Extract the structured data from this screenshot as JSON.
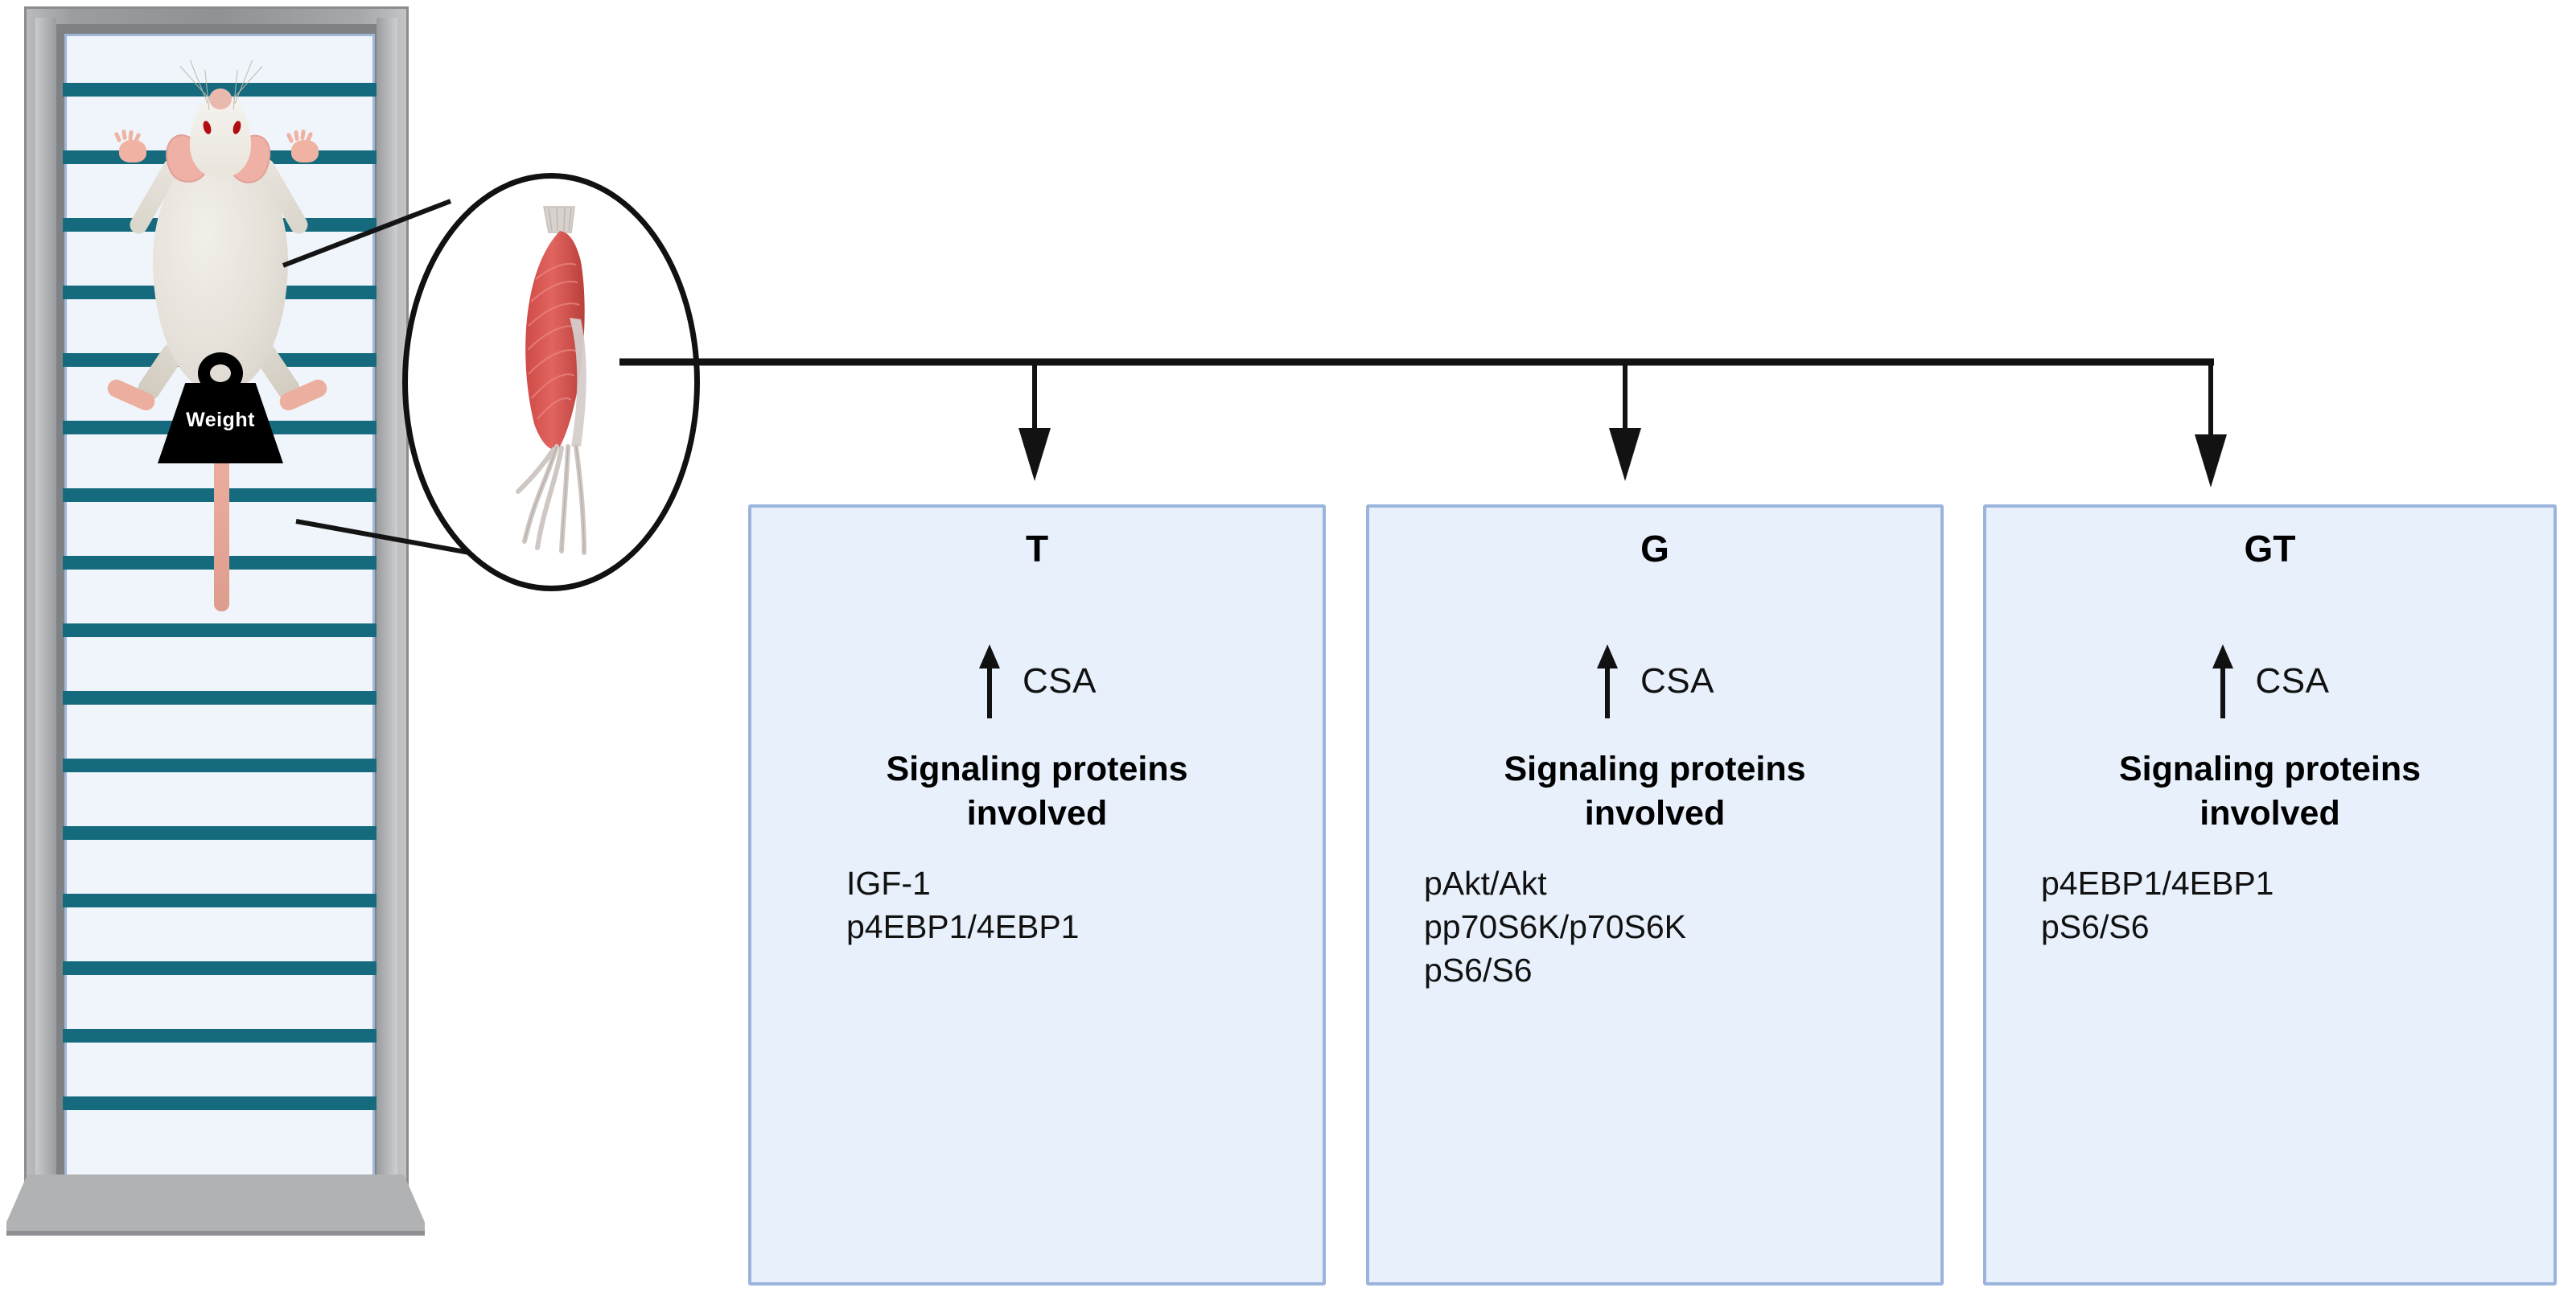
{
  "apparatus": {
    "name": "climbing-ladder",
    "rung_count": 16,
    "animal": "rat",
    "weight_label": "Weight",
    "rail_color": "#156b7d",
    "frame_color": "#9b9da0"
  },
  "magnifier": {
    "name": "skeletal-muscle-magnification",
    "muscle_color": "#d9534f",
    "tendon_color": "#c9c0bd"
  },
  "connector": {
    "line_color": "#121212",
    "arrow_count": 3
  },
  "groups": [
    {
      "id": "T",
      "title": "T",
      "csa_label": "CSA",
      "csa_direction": "up",
      "heading": "Signaling proteins\ninvolved",
      "heading_line1": "Signaling proteins",
      "heading_line2": "involved",
      "proteins": [
        "IGF-1",
        "p4EBP1/4EBP1"
      ]
    },
    {
      "id": "G",
      "title": "G",
      "csa_label": "CSA",
      "csa_direction": "up",
      "heading_line1": "Signaling proteins",
      "heading_line2": "involved",
      "proteins": [
        "pAkt/Akt",
        "pp70S6K/p70S6K",
        "pS6/S6"
      ]
    },
    {
      "id": "GT",
      "title": "GT",
      "csa_label": "CSA",
      "csa_direction": "up",
      "heading_line1": "Signaling proteins",
      "heading_line2": "involved",
      "proteins": [
        "p4EBP1/4EBP1",
        "pS6/S6"
      ]
    }
  ],
  "colors": {
    "box_fill": "#e8f0fb",
    "box_border": "#9ab4dc",
    "rung": "#156b7d",
    "weight": "#000000",
    "muscle": "#d9534f"
  }
}
